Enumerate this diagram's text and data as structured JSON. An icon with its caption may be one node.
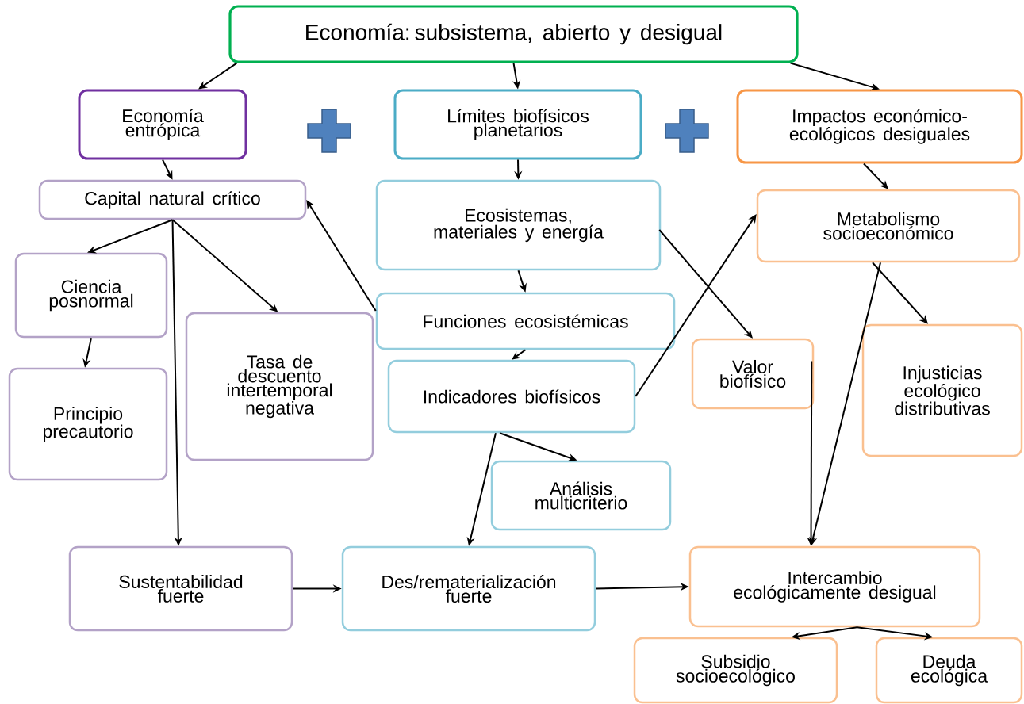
{
  "diagram": {
    "nodes": [
      {
        "text": [
          "Economía: subsistema, abierto y desigual"
        ]
      },
      {
        "text": [
          "Economía entrópica"
        ]
      },
      {
        "text": [
          "Límites biofísicos planetarios"
        ]
      },
      {
        "text": [
          "Impactos económico-ecológicos desiguales"
        ]
      },
      {
        "text": [
          "Capital natural crítico"
        ]
      },
      {
        "text": [
          "Ecosistemas, materiales y energía"
        ]
      },
      {
        "text": [
          "Metabolismo socioeconómico"
        ]
      },
      {
        "text": [
          "Ciencia posnormal"
        ]
      },
      {
        "text": [
          "Tasa de descuento intertemporal negativa"
        ]
      },
      {
        "text": [
          "Funciones ecosistémicas"
        ]
      },
      {
        "text": [
          "Valor biofísico"
        ]
      },
      {
        "text": [
          "Injusticias ecológico distributivas"
        ]
      },
      {
        "text": [
          "Principio precautorio"
        ]
      },
      {
        "text": [
          "Indicadores biofísicos"
        ]
      },
      {
        "text": [
          "Análisis multicriterio"
        ]
      },
      {
        "text": [
          "Sustentabilidad fuerte"
        ]
      },
      {
        "text": [
          "Des/rematerialización fuerte"
        ]
      },
      {
        "text": [
          "Intercambio ecológicamente desigual"
        ]
      },
      {
        "text": [
          "Subsidio socioecológico"
        ]
      },
      {
        "text": [
          "Deuda ecológica"
        ]
      }
    ],
    "edges": [
      {
        "from": 0,
        "to": 1,
        "arrow": "to"
      },
      {
        "from": 0,
        "to": 2,
        "arrow": "to"
      },
      {
        "from": 0,
        "to": 3,
        "arrow": "to"
      },
      {
        "from": 1,
        "to": 4,
        "arrow": "to"
      },
      {
        "from": 2,
        "to": 5,
        "arrow": "to"
      },
      {
        "from": 3,
        "to": 6,
        "arrow": "to"
      },
      {
        "from": 4,
        "to": 7,
        "arrow": "to"
      },
      {
        "from": 4,
        "to": 8,
        "arrow": "to"
      },
      {
        "from": 4,
        "to": 15,
        "arrow": "to"
      },
      {
        "from": 7,
        "to": 12,
        "arrow": "to"
      },
      {
        "from": 9,
        "to": 4,
        "arrow": "to"
      },
      {
        "from": 5,
        "to": 9,
        "arrow": "to"
      },
      {
        "from": 9,
        "to": 13,
        "arrow": "to"
      },
      {
        "from": 5,
        "to": 10,
        "arrow": "to"
      },
      {
        "from": 13,
        "to": 6,
        "arrow": "to"
      },
      {
        "from": 13,
        "to": 14,
        "arrow": "to"
      },
      {
        "from": 13,
        "to": 16,
        "arrow": "to"
      },
      {
        "from": 6,
        "to": 11,
        "arrow": "to"
      },
      {
        "from": 6,
        "to": 17,
        "arrow": "to"
      },
      {
        "from": 10,
        "to": 17,
        "arrow": "to"
      },
      {
        "from": 15,
        "to": 16,
        "arrow": "to"
      },
      {
        "from": 16,
        "to": 17,
        "arrow": "to"
      },
      {
        "from": 17,
        "to": 18,
        "arrow": "to"
      },
      {
        "from": 17,
        "to": 19,
        "arrow": "to"
      }
    ]
  }
}
